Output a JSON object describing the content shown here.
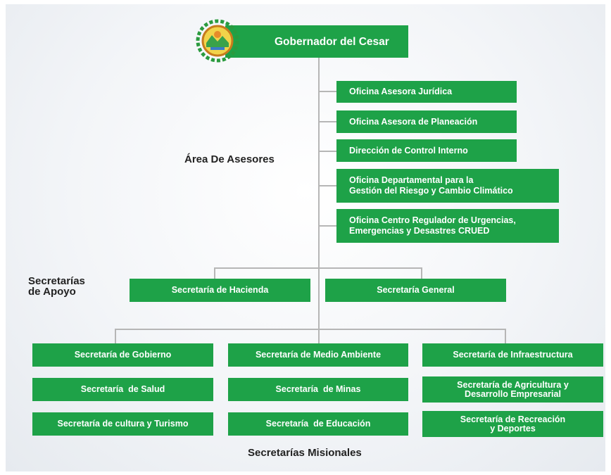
{
  "governor": "Gobernador del Cesar",
  "advisors_area_label": "Área De Asesores",
  "advisors": [
    "Oficina Asesora Jurídica",
    "Oficina Asesora de Planeación",
    "Dirección de Control Interno",
    "Oficina Departamental para la\nGestión del Riesgo y Cambio Climático",
    "Oficina Centro Regulador de Urgencias,\nEmergencias y Desastres CRUED"
  ],
  "support_label": "Secretarías\nde Apoyo",
  "support": [
    "Secretaría de Hacienda",
    "Secretaría General"
  ],
  "missional_label": "Secretarías Misionales",
  "missional_columns": [
    [
      "Secretaría de Gobierno",
      "Secretaría  de Salud",
      "Secretaría de cultura y Turismo"
    ],
    [
      "Secretaría de Medio Ambiente",
      "Secretaría  de Minas",
      "Secretaría  de Educación"
    ],
    [
      "Secretaría de Infraestructura",
      "Secretaría de Agricultura y\nDesarrollo Empresarial",
      "Secretaría de Recreación\ny Deportes"
    ]
  ],
  "colors": {
    "box": "#1ea248",
    "connector": "#b6b6b6",
    "text": "#222222"
  },
  "icons": {
    "emblem": "department-seal-icon"
  }
}
